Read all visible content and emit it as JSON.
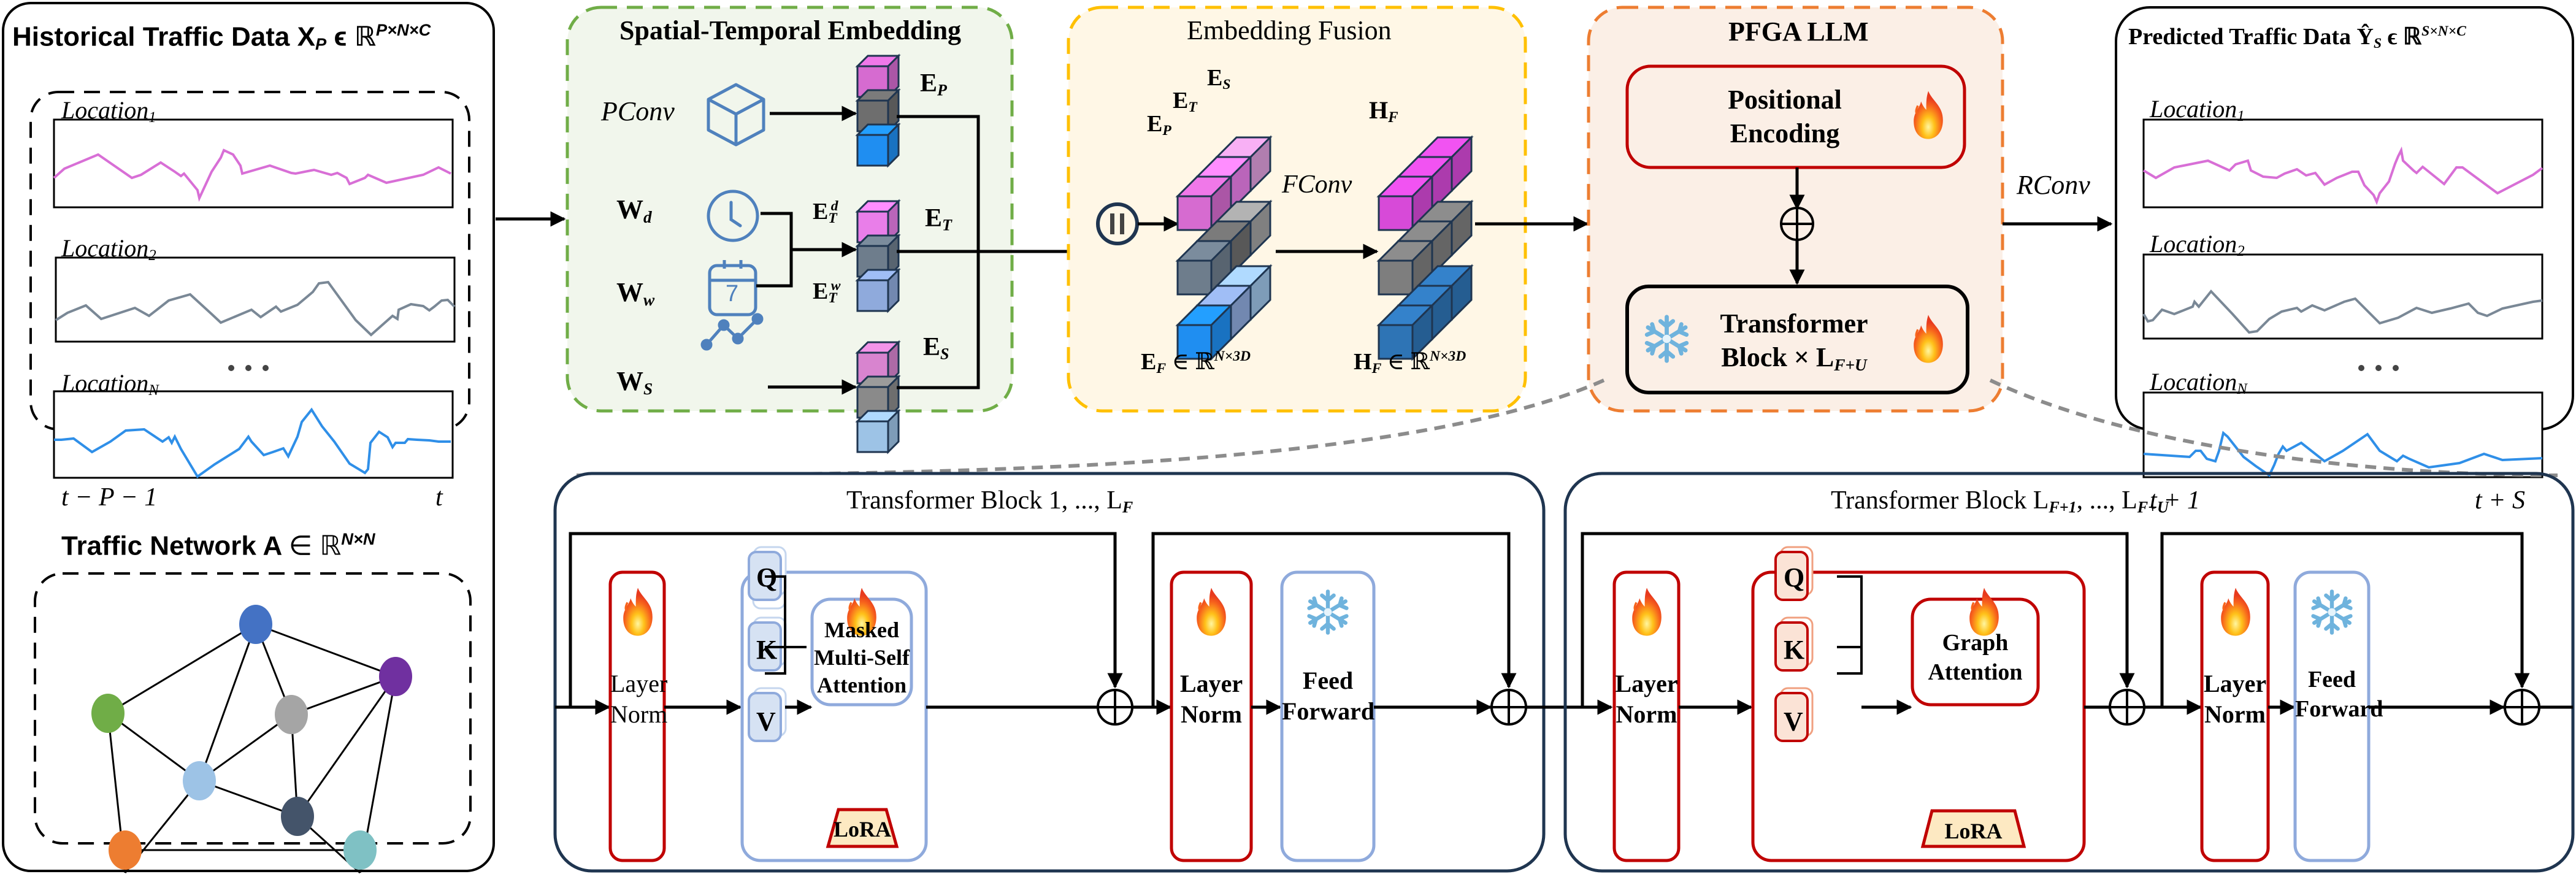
{
  "input_panel": {
    "title": "Historical Traffic Data X",
    "title_sub": "P",
    "title_rel": "ϵ ℝ",
    "title_sup": "P×N×C",
    "series": [
      {
        "label": "Location",
        "sub": "1",
        "color": "#d86fd6"
      },
      {
        "label": "Location",
        "sub": "2",
        "color": "#7a8896"
      },
      {
        "label": "Location",
        "sub": "N",
        "color": "#2f8fe8"
      }
    ],
    "ellipsis": "• • •",
    "time_start": "t − P − 1",
    "time_end": "t",
    "network_title": "Traffic Network  A",
    "network_rel": "∈ ℝ",
    "network_sup": "N×N",
    "nodes": [
      {
        "id": "n1",
        "color": "#4472c4"
      },
      {
        "id": "n2",
        "color": "#7030a0"
      },
      {
        "id": "n3",
        "color": "#70ad47"
      },
      {
        "id": "n4",
        "color": "#a5a5a5"
      },
      {
        "id": "n5",
        "color": "#9dc3e6"
      },
      {
        "id": "n6",
        "color": "#44546a"
      },
      {
        "id": "n7",
        "color": "#ed7d31"
      },
      {
        "id": "n8",
        "color": "#7fc1c4"
      }
    ]
  },
  "st_embedding": {
    "title": "Spatial-Temporal Embedding",
    "border_color": "#70ad47",
    "bg_color": "#f1f6ec",
    "rows": [
      {
        "left": "PConv",
        "left_style": "italic",
        "icon": "cube-icon",
        "out": "E",
        "out_sub": "P"
      },
      {
        "left": "W",
        "left_sub": "d",
        "icon": "clock-icon",
        "mid": "E",
        "mid_sub": "T",
        "mid_sup": "d"
      },
      {
        "left": "W",
        "left_sub": "w",
        "icon": "calendar-icon",
        "calendar_num": "7",
        "mid": "E",
        "mid_sub": "T",
        "mid_sup": "w",
        "out": "E",
        "out_sub": "T"
      },
      {
        "left": "W",
        "left_sub": "S",
        "icon": "trend-line-icon",
        "out": "E",
        "out_sub": "S"
      }
    ]
  },
  "fusion": {
    "title": "Embedding Fusion",
    "border_color": "#ffc000",
    "bg_color": "#fff7e6",
    "concat_symbol": "||",
    "stack_labels": [
      {
        "text": "E",
        "sub": "P"
      },
      {
        "text": "E",
        "sub": "T"
      },
      {
        "text": "E",
        "sub": "S"
      }
    ],
    "op_label": "FConv",
    "out_label": {
      "text": "H",
      "sub": "F"
    },
    "eq_left": {
      "text": "E",
      "sub": "F",
      "rel": "∈ ℝ",
      "sup": "N×3D"
    },
    "eq_right": {
      "text": "H",
      "sub": "F",
      "rel": "∈ ℝ",
      "sup": "N×3D"
    }
  },
  "llm": {
    "title": "PFGA LLM",
    "border_color": "#ed7d31",
    "bg_color": "#fbefe6",
    "pos_enc_line1": "Positional",
    "pos_enc_line2": "Encoding",
    "block_line1": "Transformer",
    "block_line2": "Block × L",
    "block_sub": "F+U",
    "add_symbol": "⊕",
    "out_label": "RConv"
  },
  "output_panel": {
    "title": "Predicted Traffic Data Ŷ",
    "title_sub": "S",
    "title_rel": "ϵ ℝ",
    "title_sup": "S×N×C",
    "series": [
      {
        "label": "Location",
        "sub": "1",
        "color": "#d86fd6"
      },
      {
        "label": "Location",
        "sub": "2",
        "color": "#7a8896"
      },
      {
        "label": "Location",
        "sub": "N",
        "color": "#2f8fe8"
      }
    ],
    "ellipsis": "• • •",
    "time_start": "t + 1",
    "time_end": "t + S"
  },
  "block_frozen": {
    "title": "Transformer Block 1, ..., L",
    "title_sub": "F",
    "layer_norm_1": [
      "Layer",
      "Norm"
    ],
    "q": "Q",
    "k": "K",
    "v": "V",
    "attention": [
      "Masked",
      "Multi-Self",
      "Attention"
    ],
    "lora": "LoRA",
    "layer_norm_2": [
      "Layer",
      "Norm"
    ],
    "ffn": [
      "Feed",
      "Forward"
    ]
  },
  "block_unfrozen": {
    "title": "Transformer Block L",
    "title_sub1": "F+1",
    "title_mid": ", ..., L",
    "title_sub2": "F+U",
    "layer_norm_1": [
      "Layer",
      "Norm"
    ],
    "q": "Q",
    "k": "K",
    "v": "V",
    "attention": [
      "Graph",
      "Attention"
    ],
    "lora": "LoRA",
    "layer_norm_2": [
      "Layer",
      "Norm"
    ],
    "ffn": [
      "Feed",
      "Forward"
    ]
  },
  "icons": {
    "trainable": "🔥",
    "frozen": "❄"
  },
  "colors": {
    "trainable_border": "#c00000",
    "frozen_border": "#8faadc",
    "block_border": "#1f3550",
    "lora_fill": "#fde9c2",
    "qkv_blue_fill": "#d6e2f3",
    "qkv_red_fill": "#fbe3d6",
    "connector_gray": "#8c8c8c"
  }
}
